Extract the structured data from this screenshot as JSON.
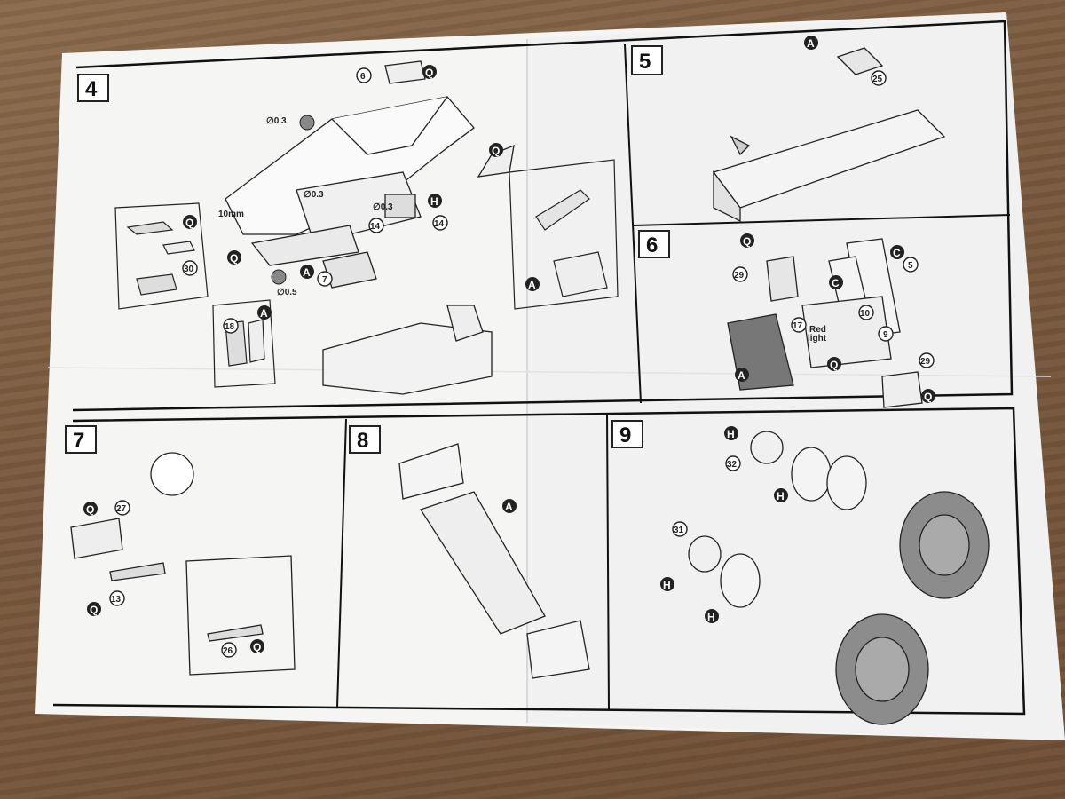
{
  "steps": [
    {
      "number": "4"
    },
    {
      "number": "5"
    },
    {
      "number": "6"
    },
    {
      "number": "7"
    },
    {
      "number": "8"
    },
    {
      "number": "9"
    }
  ],
  "step4": {
    "callouts": [
      "6",
      "Q",
      "Q",
      "H",
      "14",
      "14",
      "Q",
      "Q",
      "30",
      "A",
      "7",
      "18",
      "A",
      "A"
    ],
    "dims": {
      "d1": "∅0.3",
      "d2": "∅0.3",
      "d3": "∅0.5",
      "d4": "∅0.3",
      "len": "10mm"
    }
  },
  "step5": {
    "callouts": [
      "A",
      "25"
    ]
  },
  "step6": {
    "callouts": [
      "Q",
      "29",
      "C",
      "5",
      "C",
      "10",
      "9",
      "17",
      "A",
      "Q",
      "29",
      "Q"
    ],
    "note": "Red\nlight"
  },
  "step7": {
    "callouts": [
      "Q",
      "27",
      "13",
      "Q",
      "26",
      "Q"
    ]
  },
  "step8": {
    "callouts": [
      "A"
    ]
  },
  "step9": {
    "callouts": [
      "H",
      "32",
      "H",
      "31",
      "H",
      "H"
    ]
  },
  "colors": {
    "paper": "#f4f4f2",
    "line": "#222222",
    "table": "#7a5a3e",
    "tire": "#8c8c8c"
  }
}
